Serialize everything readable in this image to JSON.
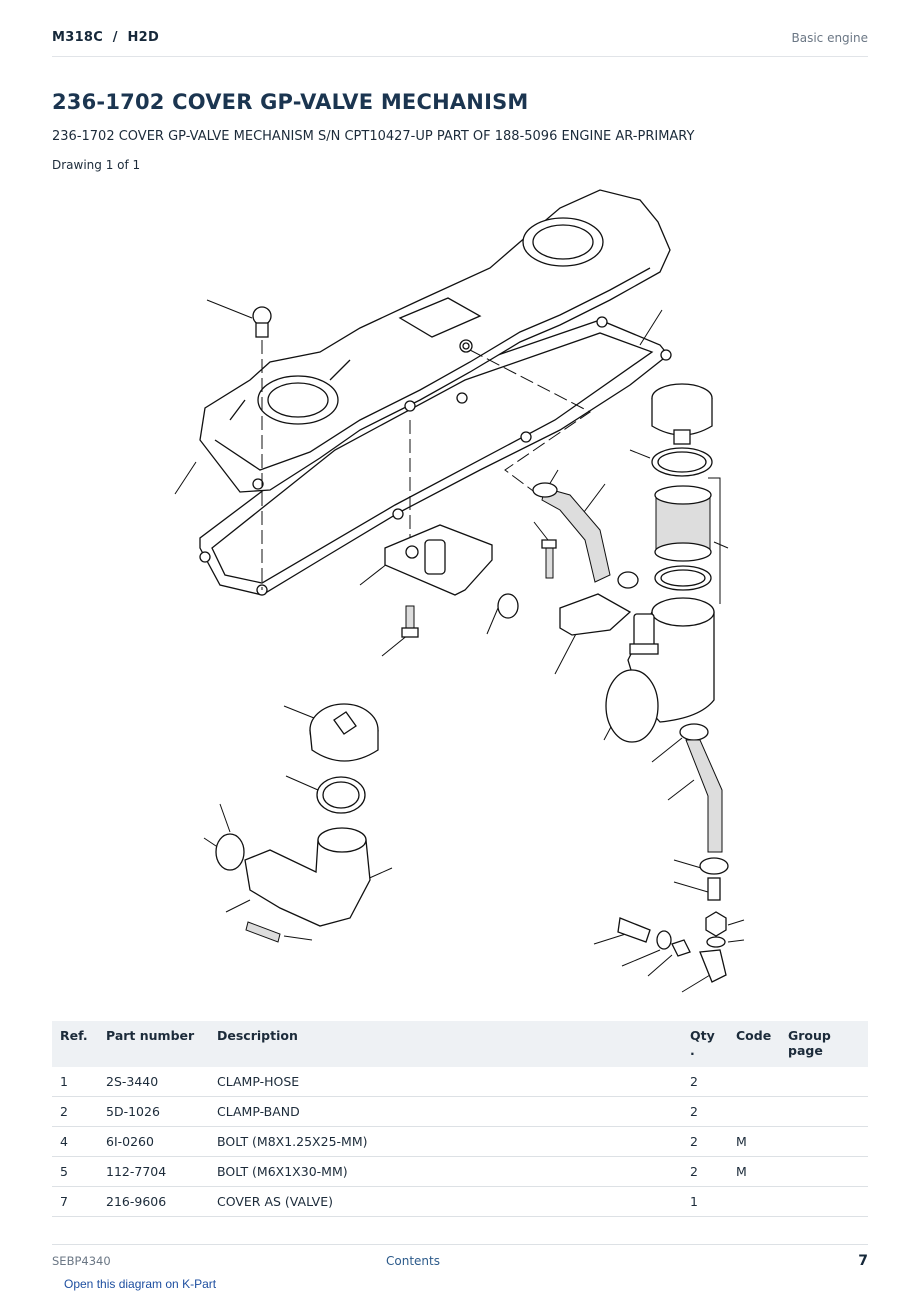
{
  "header": {
    "model": "M318C  /  H2D",
    "section": "Basic engine"
  },
  "title": "236-1702 COVER GP-VALVE MECHANISM",
  "subtitle": "236-1702 COVER GP-VALVE MECHANISM S/N CPT10427-UP PART OF 188-5096 ENGINE AR-PRIMARY",
  "drawing_count": "Drawing 1 of 1",
  "table": {
    "headers": {
      "ref": "Ref.",
      "part_number": "Part number",
      "description": "Description",
      "qty": "Qty\n.",
      "code": "Code",
      "group_page": "Group\npage"
    },
    "rows": [
      {
        "ref": "1",
        "part_number": "2S-3440",
        "description": "CLAMP-HOSE",
        "qty": "2",
        "code": "",
        "group_page": ""
      },
      {
        "ref": "2",
        "part_number": "5D-1026",
        "description": "CLAMP-BAND",
        "qty": "2",
        "code": "",
        "group_page": ""
      },
      {
        "ref": "4",
        "part_number": "6I-0260",
        "description": "BOLT (M8X1.25X25-MM)",
        "qty": "2",
        "code": "M",
        "group_page": ""
      },
      {
        "ref": "5",
        "part_number": "112-7704",
        "description": "BOLT (M6X1X30-MM)",
        "qty": "2",
        "code": "M",
        "group_page": ""
      },
      {
        "ref": "7",
        "part_number": "216-9606",
        "description": "COVER AS (VALVE)",
        "qty": "1",
        "code": "",
        "group_page": ""
      }
    ]
  },
  "footer": {
    "doc_id": "SEBP4340",
    "contents_label": "Contents",
    "page_number": "7"
  },
  "link": {
    "label": "Open this diagram on K-Part"
  }
}
